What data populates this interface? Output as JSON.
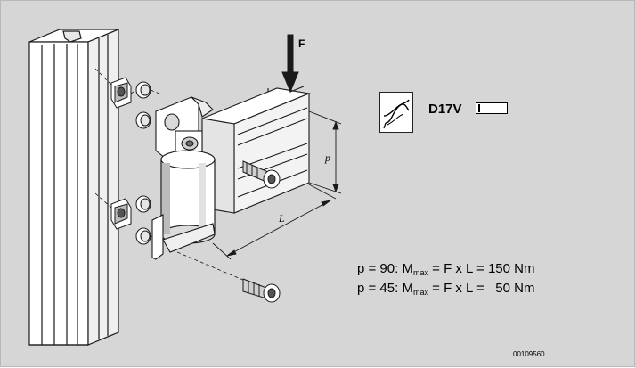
{
  "diagram": {
    "force_label": "F",
    "dimension_p_label": "p",
    "dimension_l_label": "L"
  },
  "torque_code": {
    "icon": "drill-bit-icon",
    "label": "D17V"
  },
  "formulas": [
    {
      "prefix": "p = 90: M",
      "subscript": "max",
      "rest": " = F x L = 150 Nm"
    },
    {
      "prefix": "p = 45: M",
      "subscript": "max",
      "rest": " = F x L =   50 Nm"
    }
  ],
  "drawing_id": "00109560"
}
